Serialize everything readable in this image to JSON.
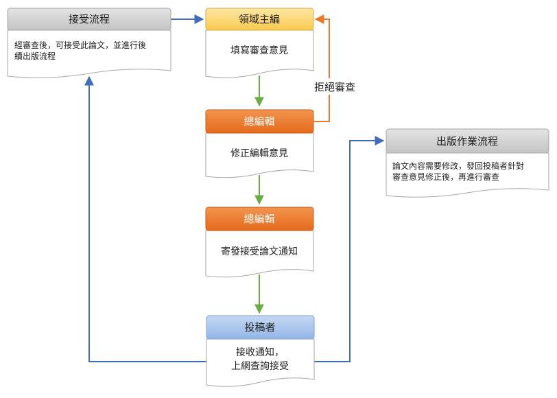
{
  "diagram": {
    "nodes": {
      "accept": {
        "title": "接受流程",
        "lines": [
          "經審查後，可接受此論文，並進行後",
          "續出版流程"
        ]
      },
      "domain_editor": {
        "title": "領域主編",
        "lines": [
          "填寫審查意見"
        ]
      },
      "chief_editor_1": {
        "title": "總編輯",
        "lines": [
          "修正編輯意見"
        ]
      },
      "chief_editor_2": {
        "title": "總編輯",
        "lines": [
          "寄發接受論文通知"
        ]
      },
      "author": {
        "title": "投稿者",
        "lines": [
          "接收通知，",
          "上網查詢接受"
        ]
      },
      "publish": {
        "title": "出版作業流程",
        "lines": [
          "論文內容需要修改，發回投稿者針對",
          "審查意見修正後，再進行審查"
        ]
      }
    },
    "edge_labels": {
      "reject": "拒絕審查"
    },
    "colors": {
      "gray_header": "#d0d0d0",
      "yellow_header": "#fcd777",
      "orange_header": "#ec7a2b",
      "blue_header": "#a8c6ec",
      "arrow_blue": "#3e6dbf",
      "arrow_green": "#6aad45",
      "arrow_orange": "#ec7a2b"
    }
  }
}
